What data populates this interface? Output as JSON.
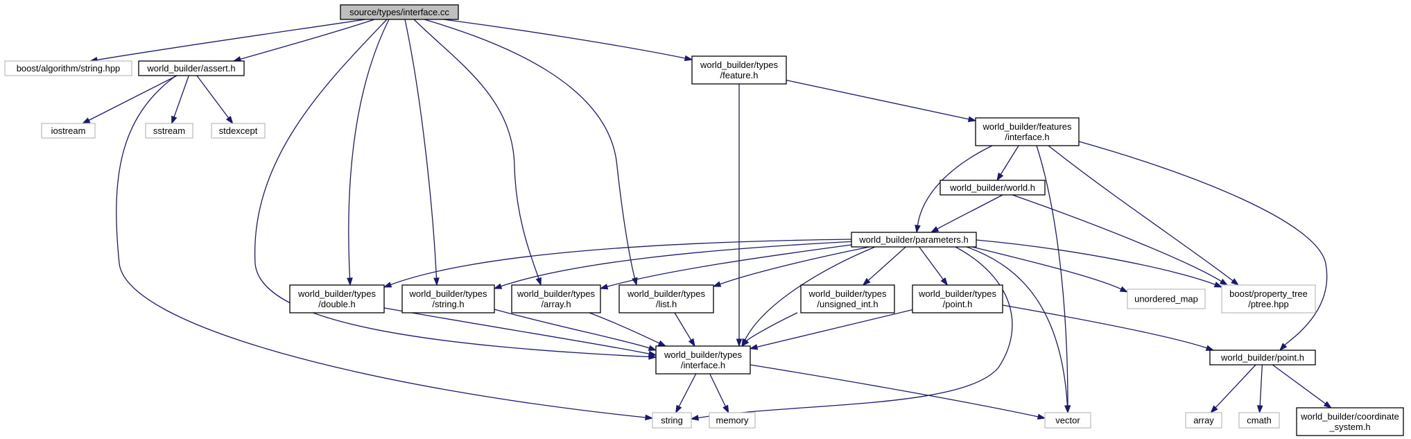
{
  "diagram": {
    "colors": {
      "edge": "#191970",
      "root_fill": "#bfbfbf",
      "local_border": "#000000",
      "system_border": "#bfbfbf"
    },
    "nodes": [
      {
        "id": "root",
        "lines": [
          "source/types/interface.cc"
        ],
        "kind": "root"
      },
      {
        "id": "boost_algo",
        "lines": [
          "boost/algorithm/string.hpp"
        ],
        "kind": "system"
      },
      {
        "id": "assert_h",
        "lines": [
          "world_builder/assert.h"
        ],
        "kind": "local"
      },
      {
        "id": "types_feature",
        "lines": [
          "world_builder/types",
          "/feature.h"
        ],
        "kind": "local"
      },
      {
        "id": "iostream",
        "lines": [
          "iostream"
        ],
        "kind": "system"
      },
      {
        "id": "sstream",
        "lines": [
          "sstream"
        ],
        "kind": "system"
      },
      {
        "id": "stdexcept",
        "lines": [
          "stdexcept"
        ],
        "kind": "system"
      },
      {
        "id": "features_interface",
        "lines": [
          "world_builder/features",
          "/interface.h"
        ],
        "kind": "local"
      },
      {
        "id": "world_h",
        "lines": [
          "world_builder/world.h"
        ],
        "kind": "local"
      },
      {
        "id": "parameters_h",
        "lines": [
          "world_builder/parameters.h"
        ],
        "kind": "local"
      },
      {
        "id": "types_double",
        "lines": [
          "world_builder/types",
          "/double.h"
        ],
        "kind": "local"
      },
      {
        "id": "types_string",
        "lines": [
          "world_builder/types",
          "/string.h"
        ],
        "kind": "local"
      },
      {
        "id": "types_array",
        "lines": [
          "world_builder/types",
          "/array.h"
        ],
        "kind": "local"
      },
      {
        "id": "types_list",
        "lines": [
          "world_builder/types",
          "/list.h"
        ],
        "kind": "local"
      },
      {
        "id": "types_unsigned",
        "lines": [
          "world_builder/types",
          "/unsigned_int.h"
        ],
        "kind": "local"
      },
      {
        "id": "types_point",
        "lines": [
          "world_builder/types",
          "/point.h"
        ],
        "kind": "local"
      },
      {
        "id": "unordered_map",
        "lines": [
          "unordered_map"
        ],
        "kind": "system"
      },
      {
        "id": "ptree",
        "lines": [
          "boost/property_tree",
          "/ptree.hpp"
        ],
        "kind": "system"
      },
      {
        "id": "types_interface",
        "lines": [
          "world_builder/types",
          "/interface.h"
        ],
        "kind": "local"
      },
      {
        "id": "point_h",
        "lines": [
          "world_builder/point.h"
        ],
        "kind": "local"
      },
      {
        "id": "string",
        "lines": [
          "string"
        ],
        "kind": "system"
      },
      {
        "id": "memory",
        "lines": [
          "memory"
        ],
        "kind": "system"
      },
      {
        "id": "vector",
        "lines": [
          "vector"
        ],
        "kind": "system"
      },
      {
        "id": "array",
        "lines": [
          "array"
        ],
        "kind": "system"
      },
      {
        "id": "cmath",
        "lines": [
          "cmath"
        ],
        "kind": "system"
      },
      {
        "id": "coord_system",
        "lines": [
          "world_builder/coordinate",
          "_system.h"
        ],
        "kind": "local"
      }
    ],
    "edges": [
      {
        "from": "root",
        "to": "boost_algo"
      },
      {
        "from": "root",
        "to": "assert_h"
      },
      {
        "from": "root",
        "to": "types_feature"
      },
      {
        "from": "root",
        "to": "types_double"
      },
      {
        "from": "root",
        "to": "types_string"
      },
      {
        "from": "root",
        "to": "types_array"
      },
      {
        "from": "root",
        "to": "types_list"
      },
      {
        "from": "root",
        "to": "types_interface"
      },
      {
        "from": "assert_h",
        "to": "iostream"
      },
      {
        "from": "assert_h",
        "to": "sstream"
      },
      {
        "from": "assert_h",
        "to": "stdexcept"
      },
      {
        "from": "assert_h",
        "to": "string"
      },
      {
        "from": "types_feature",
        "to": "features_interface"
      },
      {
        "from": "types_feature",
        "to": "types_interface"
      },
      {
        "from": "features_interface",
        "to": "world_h"
      },
      {
        "from": "features_interface",
        "to": "parameters_h"
      },
      {
        "from": "features_interface",
        "to": "ptree"
      },
      {
        "from": "features_interface",
        "to": "point_h"
      },
      {
        "from": "features_interface",
        "to": "vector"
      },
      {
        "from": "world_h",
        "to": "parameters_h"
      },
      {
        "from": "world_h",
        "to": "ptree"
      },
      {
        "from": "parameters_h",
        "to": "types_double"
      },
      {
        "from": "parameters_h",
        "to": "types_string"
      },
      {
        "from": "parameters_h",
        "to": "types_array"
      },
      {
        "from": "parameters_h",
        "to": "types_list"
      },
      {
        "from": "parameters_h",
        "to": "types_unsigned"
      },
      {
        "from": "parameters_h",
        "to": "types_point"
      },
      {
        "from": "parameters_h",
        "to": "unordered_map"
      },
      {
        "from": "parameters_h",
        "to": "ptree"
      },
      {
        "from": "parameters_h",
        "to": "types_interface"
      },
      {
        "from": "parameters_h",
        "to": "string"
      },
      {
        "from": "parameters_h",
        "to": "vector"
      },
      {
        "from": "types_double",
        "to": "types_interface"
      },
      {
        "from": "types_string",
        "to": "types_interface"
      },
      {
        "from": "types_array",
        "to": "types_interface"
      },
      {
        "from": "types_list",
        "to": "types_interface"
      },
      {
        "from": "types_unsigned",
        "to": "types_interface"
      },
      {
        "from": "types_point",
        "to": "types_interface"
      },
      {
        "from": "types_point",
        "to": "point_h"
      },
      {
        "from": "types_interface",
        "to": "string"
      },
      {
        "from": "types_interface",
        "to": "memory"
      },
      {
        "from": "types_interface",
        "to": "vector"
      },
      {
        "from": "point_h",
        "to": "array"
      },
      {
        "from": "point_h",
        "to": "cmath"
      },
      {
        "from": "point_h",
        "to": "coord_system"
      }
    ]
  }
}
